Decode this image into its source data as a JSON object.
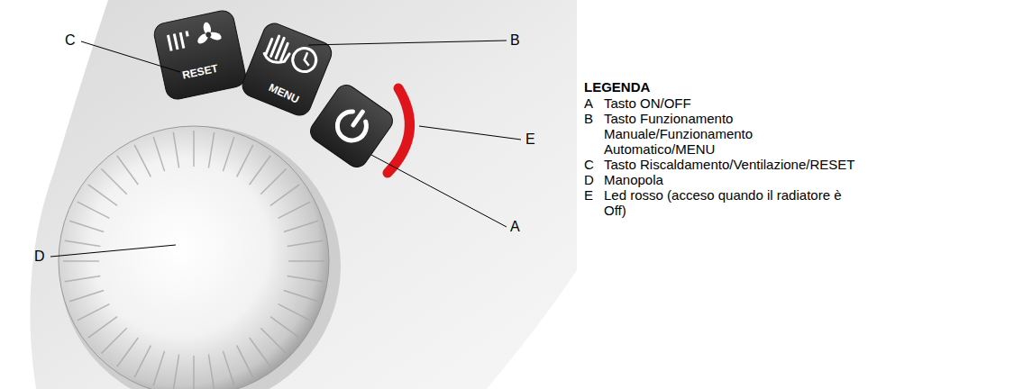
{
  "diagram": {
    "labels": [
      "C",
      "B",
      "E",
      "D",
      "A",
      "RESET",
      "MENU",
      "LEGENDA",
      "A",
      "Tasto ON/OFF",
      "B",
      "Tasto Funzionamento Manuale/Funzionamento Automatico/MENU",
      "C",
      "Tasto Riscaldamento/Ventilazione/RESET",
      "D",
      "Manopola",
      "E",
      "Led rosso (acceso quando il radiatore è Off)"
    ]
  }
}
